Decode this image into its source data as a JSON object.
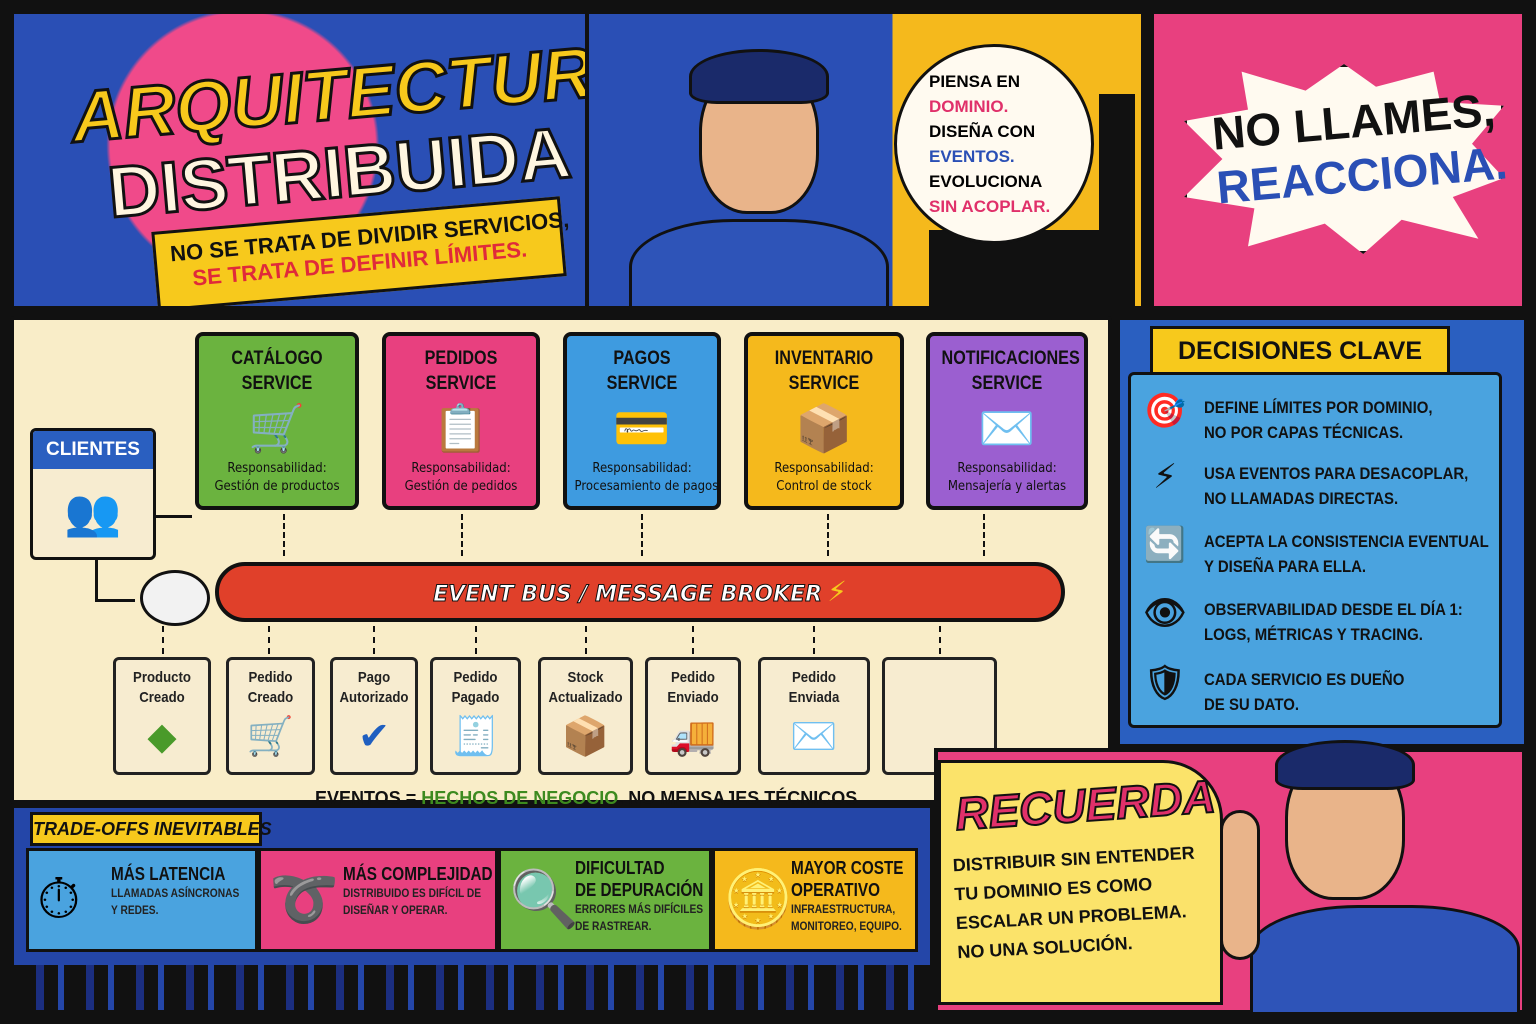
{
  "header": {
    "title_line1": "ARQUITECTURA",
    "title_line2": "DISTRIBUIDA",
    "subtitle_line1": "NO SE TRATA DE DIVIDIR SERVICIOS,",
    "subtitle_line2": "SE TRATA DE DEFINIR LÍMITES."
  },
  "thought_bubble": {
    "l1": "PIENSA EN",
    "l2": "DOMINIO.",
    "l3": "DISEÑA CON",
    "l4": "EVENTOS.",
    "l5": "EVOLUCIONA",
    "l6": "SIN ACOPLAR."
  },
  "slogan": {
    "line1": "NO LLAMES,",
    "line2": "REACCIONA."
  },
  "clients": {
    "label": "CLIENTES",
    "icon": "users-icon"
  },
  "services": [
    {
      "name_l1": "CATÁLOGO",
      "name_l2": "SERVICE",
      "icon": "cart-icon",
      "resp_label": "Responsabilidad:",
      "resp": "Gestión de productos",
      "color": "#6bb33f"
    },
    {
      "name_l1": "PEDIDOS",
      "name_l2": "SERVICE",
      "icon": "clipboard-icon",
      "resp_label": "Responsabilidad:",
      "resp": "Gestión de pedidos",
      "color": "#e8407f"
    },
    {
      "name_l1": "PAGOS",
      "name_l2": "SERVICE",
      "icon": "credit-card-icon",
      "resp_label": "Responsabilidad:",
      "resp": "Procesamiento de pagos",
      "color": "#3e9be0"
    },
    {
      "name_l1": "INVENTARIO",
      "name_l2": "SERVICE",
      "icon": "box-icon",
      "resp_label": "Responsabilidad:",
      "resp": "Control de stock",
      "color": "#f5b91c"
    },
    {
      "name_l1": "NOTIFICACIONES",
      "name_l2": "SERVICE",
      "icon": "envelope-icon",
      "resp_label": "Responsabilidad:",
      "resp": "Mensajería y alertas",
      "color": "#9b5fd0"
    }
  ],
  "event_bus": {
    "label": "EVENT BUS / MESSAGE BROKER",
    "color": "#e0402a"
  },
  "events": [
    {
      "l1": "Producto",
      "l2": "Creado",
      "icon": "cube-icon"
    },
    {
      "l1": "Pedido",
      "l2": "Creado",
      "icon": "cart-icon"
    },
    {
      "l1": "Pago",
      "l2": "Autorizado",
      "icon": "check-circle-icon"
    },
    {
      "l1": "Pedido",
      "l2": "Pagado",
      "icon": "receipt-icon"
    },
    {
      "l1": "Stock",
      "l2": "Actualizado",
      "icon": "box-icon"
    },
    {
      "l1": "Pedido",
      "l2": "Enviado",
      "icon": "truck-icon"
    },
    {
      "l1": "Pedido",
      "l2": "Enviada",
      "icon": "envelope-icon"
    }
  ],
  "caption": {
    "p1": "EVENTOS = ",
    "p2": "HECHOS DE NEGOCIO",
    "p3": ", NO MENSAJES TÉCNICOS"
  },
  "decisions": {
    "title": "DECISIONES CLAVE",
    "items": [
      {
        "l1": "DEFINE LÍMITES POR DOMINIO,",
        "l2": "NO POR CAPAS TÉCNICAS.",
        "icon": "target-icon"
      },
      {
        "l1": "USA EVENTOS PARA DESACOPLAR,",
        "l2": "NO LLAMADAS DIRECTAS.",
        "icon": "lightning-icon"
      },
      {
        "l1": "ACEPTA LA CONSISTENCIA EVENTUAL",
        "l2": "Y DISEÑA PARA ELLA.",
        "icon": "cycle-icon"
      },
      {
        "l1": "OBSERVABILIDAD DESDE EL DÍA 1:",
        "l2": "LOGS, MÉTRICAS Y TRACING.",
        "icon": "eye-icon"
      },
      {
        "l1": "CADA SERVICIO ES DUEÑO",
        "l2": "DE SU DATO.",
        "icon": "shield-icon"
      }
    ]
  },
  "tradeoffs": {
    "title": "TRADE-OFFS INEVITABLES",
    "items": [
      {
        "h1": "MÁS LATENCIA",
        "h2": "",
        "s1": "LLAMADAS ASÍNCRONAS",
        "s2": "Y REDES.",
        "icon": "stopwatch-icon",
        "color": "#4aa3df"
      },
      {
        "h1": "MÁS COMPLEJIDAD",
        "h2": "",
        "s1": "DISTRIBUIDO ES DIFÍCIL DE",
        "s2": "DISEÑAR Y OPERAR.",
        "icon": "tangle-icon",
        "color": "#e8407f"
      },
      {
        "h1": "DIFICULTAD",
        "h2": "DE DEPURACIÓN",
        "s1": "ERRORES MÁS DIFÍCILES",
        "s2": "DE RASTREAR.",
        "icon": "magnifier-icon",
        "color": "#6bb33f"
      },
      {
        "h1": "MAYOR COSTE",
        "h2": "OPERATIVO",
        "s1": "INFRAESTRUCTURA,",
        "s2": "MONITOREO, EQUIPO.",
        "icon": "coins-icon",
        "color": "#f5b91c"
      }
    ]
  },
  "reminder": {
    "title": "RECUERDA",
    "l1": "DISTRIBUIR SIN ENTENDER",
    "l2": "TU DOMINIO ES COMO",
    "l3": "ESCALAR UN PROBLEMA.",
    "l4": "NO UNA SOLUCIÓN."
  }
}
